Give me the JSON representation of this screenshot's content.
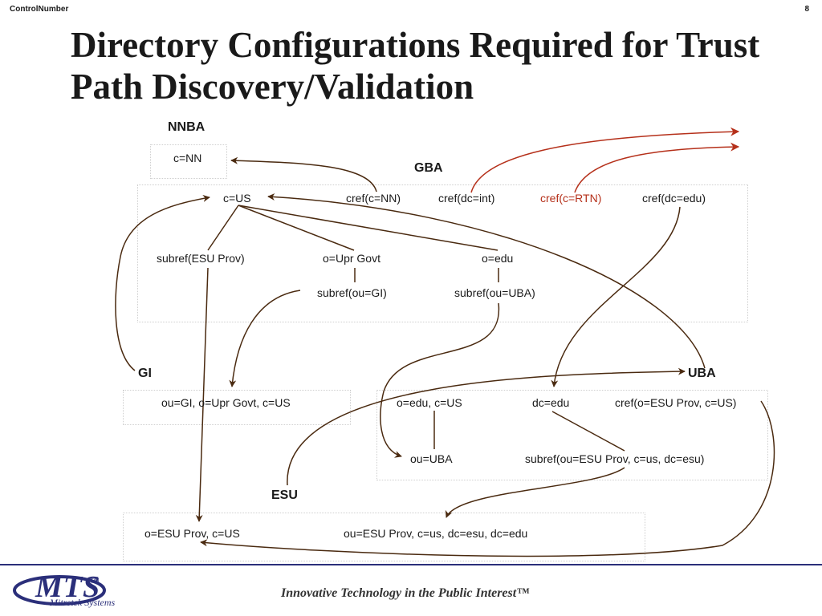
{
  "header": {
    "control": "ControlNumber",
    "page": "8"
  },
  "title": "Directory Configurations Required for Trust Path Discovery/Validation",
  "areas": {
    "nnba": "NNBA",
    "gba": "GBA",
    "gi": "GI",
    "uba": "UBA",
    "esu": "ESU"
  },
  "nodes": {
    "c_nn": "c=NN",
    "c_us": "c=US",
    "cref_c_nn": "cref(c=NN)",
    "cref_dc_int": "cref(dc=int)",
    "cref_c_rtn": "cref(c=RTN)",
    "cref_dc_edu": "cref(dc=edu)",
    "subref_esu_prov": "subref(ESU Prov)",
    "o_upr_govt": "o=Upr Govt",
    "o_edu": "o=edu",
    "subref_ou_gi": "subref(ou=GI)",
    "subref_ou_uba": "subref(ou=UBA)",
    "gi_entry": "ou=GI, o=Upr Govt, c=US",
    "uba_o_edu": "o=edu, c=US",
    "uba_dc_edu": "dc=edu",
    "uba_cref_esu": "cref(o=ESU Prov, c=US)",
    "uba_ou_uba": "ou=UBA",
    "uba_subref_esu": "subref(ou=ESU Prov, c=us, dc=esu)",
    "esu_o_esu": "o=ESU Prov, c=US",
    "esu_ou_esu": "ou=ESU Prov, c=us, dc=esu, dc=edu"
  },
  "colors": {
    "link": "#4a2a10",
    "external_link": "#b5301a",
    "footer_brand": "#2b2f7a"
  },
  "footer": {
    "tagline": "Innovative Technology in the Public Interest™",
    "logo": "MTS",
    "logo_tm": "TM",
    "logo_sub": "Mitretek Systems"
  }
}
